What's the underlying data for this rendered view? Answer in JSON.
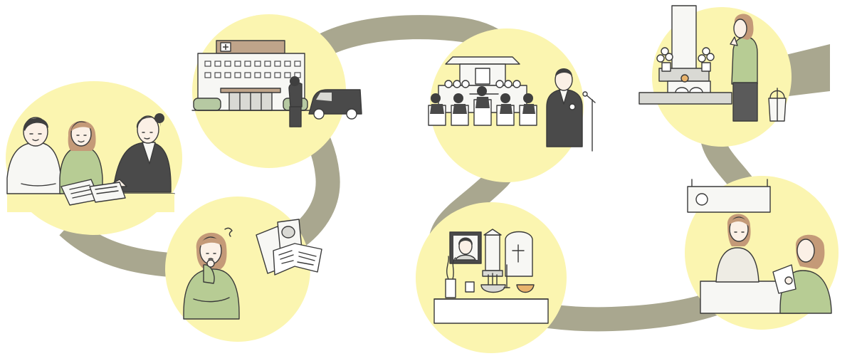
{
  "colors": {
    "circle": "#fbf5b0",
    "path": "#a9a78f",
    "line": "#3a3a3a",
    "hair_dark": "#3f3f3f",
    "hair_brown": "#c49a78",
    "sweater_green": "#b7cc94",
    "suit_dark": "#4a4a4a",
    "skin": "#fbf0e6",
    "paper": "#f7f7f4",
    "grey_light": "#d9d9d4",
    "wood": "#bfa48a",
    "hedge": "#b6c9a2"
  },
  "scenes": [
    {
      "id": "consultation",
      "icons": [
        "man-icon",
        "woman-icon",
        "staff-icon",
        "documents-icon"
      ]
    },
    {
      "id": "hospital",
      "icons": [
        "hospital-building-icon",
        "bowing-staff-icon",
        "hearse-van-icon"
      ]
    },
    {
      "id": "funeral-ceremony",
      "icons": [
        "altar-icon",
        "mourners-icon",
        "speaker-icon",
        "microphone-icon"
      ]
    },
    {
      "id": "grave-visit",
      "icons": [
        "gravestone-icon",
        "flowers-icon",
        "praying-woman-icon",
        "water-bucket-icon"
      ]
    },
    {
      "id": "thinking",
      "icons": [
        "thinking-woman-icon",
        "brochure-icon"
      ]
    },
    {
      "id": "home-altar",
      "icons": [
        "portrait-icon",
        "memorial-tablet-icon",
        "urn-box-icon",
        "incense-burner-icon"
      ]
    },
    {
      "id": "counter-procedure",
      "icons": [
        "clerk-icon",
        "applicant-icon",
        "service-sign-icon"
      ]
    }
  ]
}
